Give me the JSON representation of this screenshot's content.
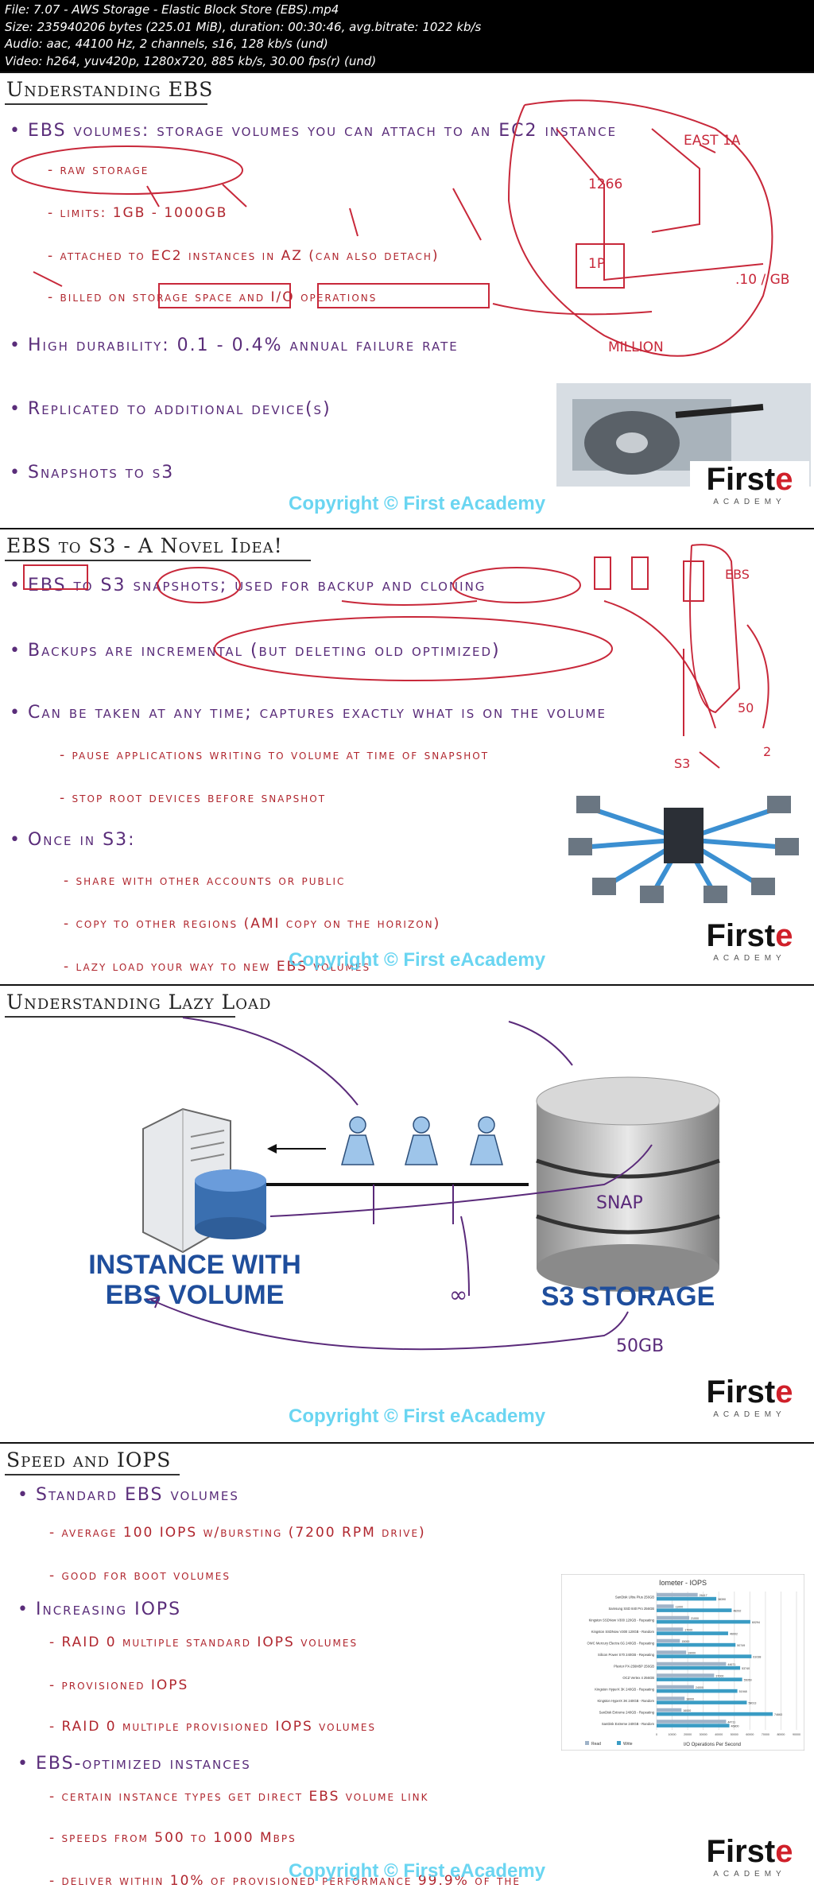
{
  "header": {
    "lines": [
      "File: 7.07 - AWS Storage - Elastic Block Store (EBS).mp4",
      "Size: 235940206 bytes (225.01 MiB), duration: 00:30:46, avg.bitrate: 1022 kb/s",
      "Audio: aac, 44100 Hz, 2 channels, s16, 128 kb/s (und)",
      "Video: h264, yuv420p, 1280x720, 885 kb/s, 30.00 fps(r) (und)"
    ]
  },
  "watermark": "Copyright © First eAcademy",
  "logo": {
    "word_main": "First",
    "word_accent": "e",
    "tagline": "ACADEMY"
  },
  "slide1": {
    "title": "Understanding EBS",
    "b1": "EBS volumes: storage volumes you can attach to an EC2 instance",
    "subs": [
      "raw storage",
      "limits: 1GB - 1000GB",
      "attached to EC2 instances in AZ (can also detach)",
      "billed on storage space and I/O operations"
    ],
    "b2": "High durability: 0.1 - 0.4% annual failure rate",
    "b3": "Replicated to additional device(s)",
    "b4": "Snapshots to s3",
    "ink_labels": {
      "east": "EAST 1A",
      "k": "1266",
      "ip": "1P",
      "rate": ".10 / GB",
      "million": "MILLION"
    }
  },
  "slide2": {
    "title": "EBS to S3 - A Novel Idea!",
    "b1": "EBS to S3 snapshots; used for backup and cloning",
    "b2": "Backups are incremental (but deleting old optimized)",
    "b3": "Can be taken at any time; captures exactly what is on the volume",
    "subs3": [
      "pause applications writing to volume at time of snapshot",
      "stop root devices before snapshot"
    ],
    "b4": "Once in S3:",
    "subs4": [
      "share with other accounts or public",
      "copy to other regions (AMI copy on the horizon)",
      "lazy load your way to new EBS volumes"
    ],
    "ink_labels": {
      "ebs": "EBS",
      "s3": "S3",
      "fifty": "50",
      "two": "2"
    }
  },
  "slide3": {
    "title": "Understanding Lazy Load",
    "left_caption_1": "INSTANCE WITH",
    "left_caption_2": "EBS VOLUME",
    "right_caption": "S3 STORAGE",
    "ink_labels": {
      "snap": "SNAP",
      "inf": "∞",
      "size": "50GB"
    }
  },
  "slide4": {
    "title": "Speed and IOPS",
    "b1": "Standard EBS volumes",
    "subs1": [
      "average 100 IOPS w/bursting (7200 RPM drive)",
      "good for boot volumes"
    ],
    "b2": "Increasing IOPS",
    "subs2": [
      "RAID 0 multiple standard IOPS volumes",
      "provisioned IOPS",
      "RAID 0 multiple provisioned IOPS volumes"
    ],
    "b3": "EBS-optimized instances",
    "subs3": [
      "certain instance types get direct EBS volume link",
      "speeds from 500 to 1000 Mbps",
      "deliver within 10% of provisioned performance 99.9% of the"
    ]
  },
  "chart_data": {
    "type": "bar",
    "title": "Iometer - IOPS",
    "xlabel": "I/O Operations Per Second",
    "categories": [
      "SanDisk Ultra Plus 256GB",
      "Samsung SSD 840 Pro 256GB",
      "Kingston SSDNow V300 120GB - Repeating",
      "Kingston SSDNow V300 120GB - Random",
      "OWC Mercury Electra 6G 240GB - Repeating",
      "Silicon Power S70 240GB - Repeating",
      "Plextor PX-256M5P 256GB",
      "OCZ Vertex 4 256GB",
      "Kingston HyperX 3K 240GB - Repeating",
      "Kingston HyperX 3K 240GB - Random",
      "SanDisk Extreme 240GB - Repeating",
      "SanDisk Extreme 240GB - Random"
    ],
    "series": [
      {
        "name": "Read",
        "values": [
          26417,
          11000,
          21000,
          17000,
          15000,
          19000,
          44671,
          37000,
          24000,
          18000,
          16000,
          44711
        ]
      },
      {
        "name": "Write",
        "values": [
          38390,
          48292,
          60294,
          46002,
          50749,
          61038,
          53740,
          55050,
          51948,
          58013,
          74663,
          46800
        ]
      }
    ],
    "xlim": [
      0,
      90000
    ],
    "legend": "bottom-left"
  }
}
